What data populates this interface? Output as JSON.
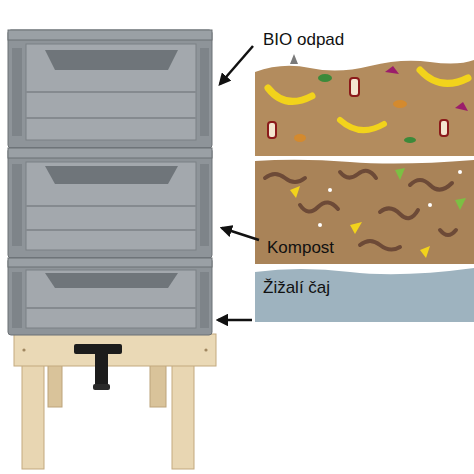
{
  "diagram": {
    "nodes": [
      {
        "text": [
          "BIO odpad"
        ]
      },
      {
        "text": [
          "Kompost"
        ]
      },
      {
        "text": [
          "Žižalí čaj"
        ]
      }
    ]
  }
}
